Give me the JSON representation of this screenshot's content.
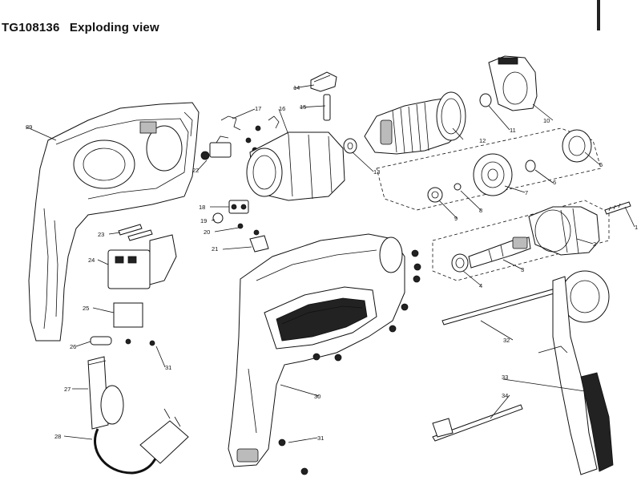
{
  "title": {
    "model": "TG108136",
    "text": "Exploding view"
  },
  "callouts": [
    "1",
    "2",
    "3",
    "4",
    "5",
    "6",
    "7",
    "8",
    "9",
    "10",
    "11",
    "12",
    "13",
    "14",
    "15",
    "16",
    "17",
    "18",
    "19",
    "20",
    "21",
    "22",
    "23",
    "24",
    "25",
    "26",
    "27",
    "28",
    "29",
    "30",
    "31",
    "32",
    "33",
    "34"
  ]
}
